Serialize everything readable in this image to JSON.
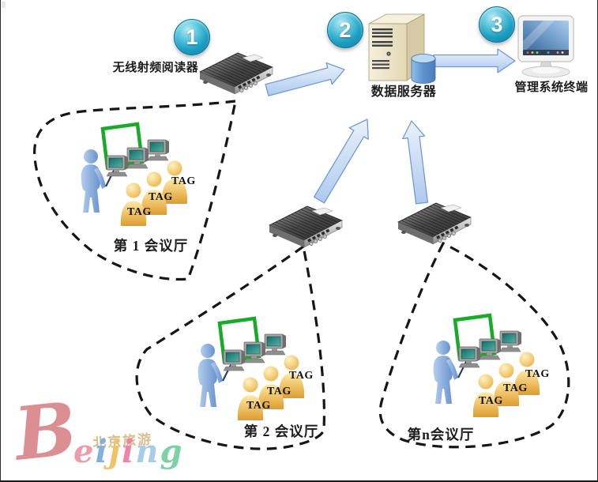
{
  "page": {
    "background": "#ffffff",
    "border_color": "#2a2a2a"
  },
  "pipeline": {
    "steps": [
      {
        "number": "1",
        "label": "无线射频阅读器",
        "icon": "rfid-reader-icon"
      },
      {
        "number": "2",
        "label": "数据服务器",
        "icon": "data-server-icon"
      },
      {
        "number": "3",
        "label": "管理系统终端",
        "icon": "terminal-monitor-icon"
      }
    ],
    "step_circle_color": "#1b9ec2",
    "arrow_fill": "#c9dcf5",
    "arrow_stroke": "#6f9bd2"
  },
  "halls": [
    {
      "label": "第 1 会议厅",
      "tags": [
        "TAG",
        "TAG",
        "TAG"
      ]
    },
    {
      "label": "第 2 会议厅",
      "tags": [
        "TAG",
        "TAG",
        "TAG"
      ]
    },
    {
      "label": "第n会议厅",
      "tags": [
        "TAG",
        "TAG",
        "TAG"
      ]
    }
  ],
  "hall_style": {
    "outline_color": "#161616",
    "board_color": "#17ab27",
    "tag_color": "#111111",
    "presenter_color": "#6892cd",
    "audience_color": "#e8ac3e"
  },
  "watermark": {
    "initial": "B",
    "initial_color": "#dc8f92",
    "letters": [
      "e",
      "i",
      "j",
      "i",
      "n",
      "g"
    ],
    "letter_colors": [
      "#ef9aa8",
      "#7fb0e0",
      "#efc36a",
      "#ee85a8",
      "#a8cce8",
      "#7cd1a5"
    ],
    "caption": "北京旅游",
    "caption_color": "#d8bd8e"
  }
}
